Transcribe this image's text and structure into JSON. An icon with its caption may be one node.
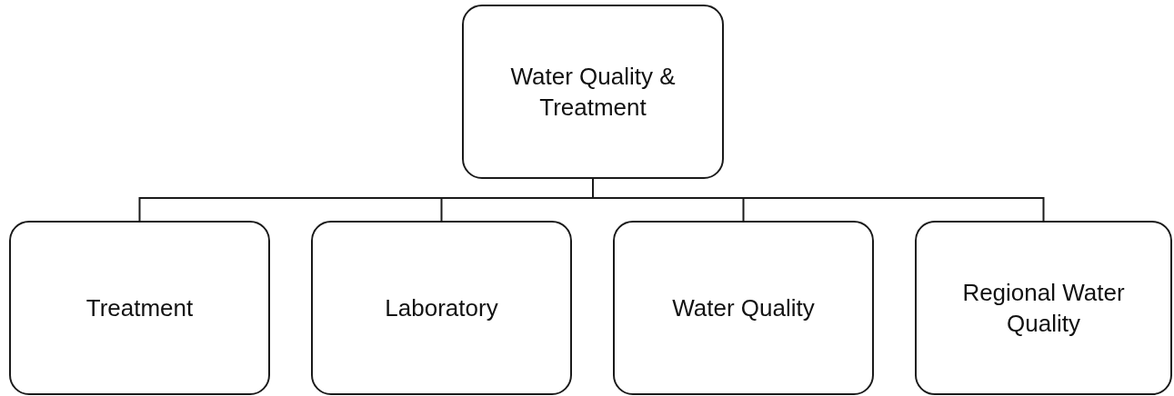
{
  "diagram": {
    "nodes": [
      {
        "text": [
          "Water Quality & Treatment"
        ]
      },
      {
        "text": [
          "Treatment"
        ]
      },
      {
        "text": [
          "Laboratory"
        ]
      },
      {
        "text": [
          "Water Quality"
        ]
      },
      {
        "text": [
          "Regional Water Quality"
        ]
      }
    ],
    "edges": [
      {
        "from": 0,
        "to": 1,
        "arrow": "none"
      },
      {
        "from": 0,
        "to": 2,
        "arrow": "none"
      },
      {
        "from": 0,
        "to": 3,
        "arrow": "none"
      },
      {
        "from": 0,
        "to": 4,
        "arrow": "none"
      }
    ]
  }
}
